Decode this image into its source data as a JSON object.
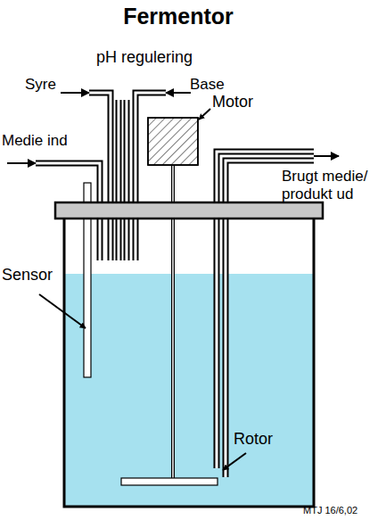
{
  "diagram": {
    "title": "Fermentor",
    "labels": [
      "pH regulering",
      "Syre",
      "Base",
      "Motor",
      "Medie ind",
      "Brugt medie/ produkt ud",
      "Sensor",
      "Rotor",
      "MTJ 16/6,02"
    ]
  }
}
